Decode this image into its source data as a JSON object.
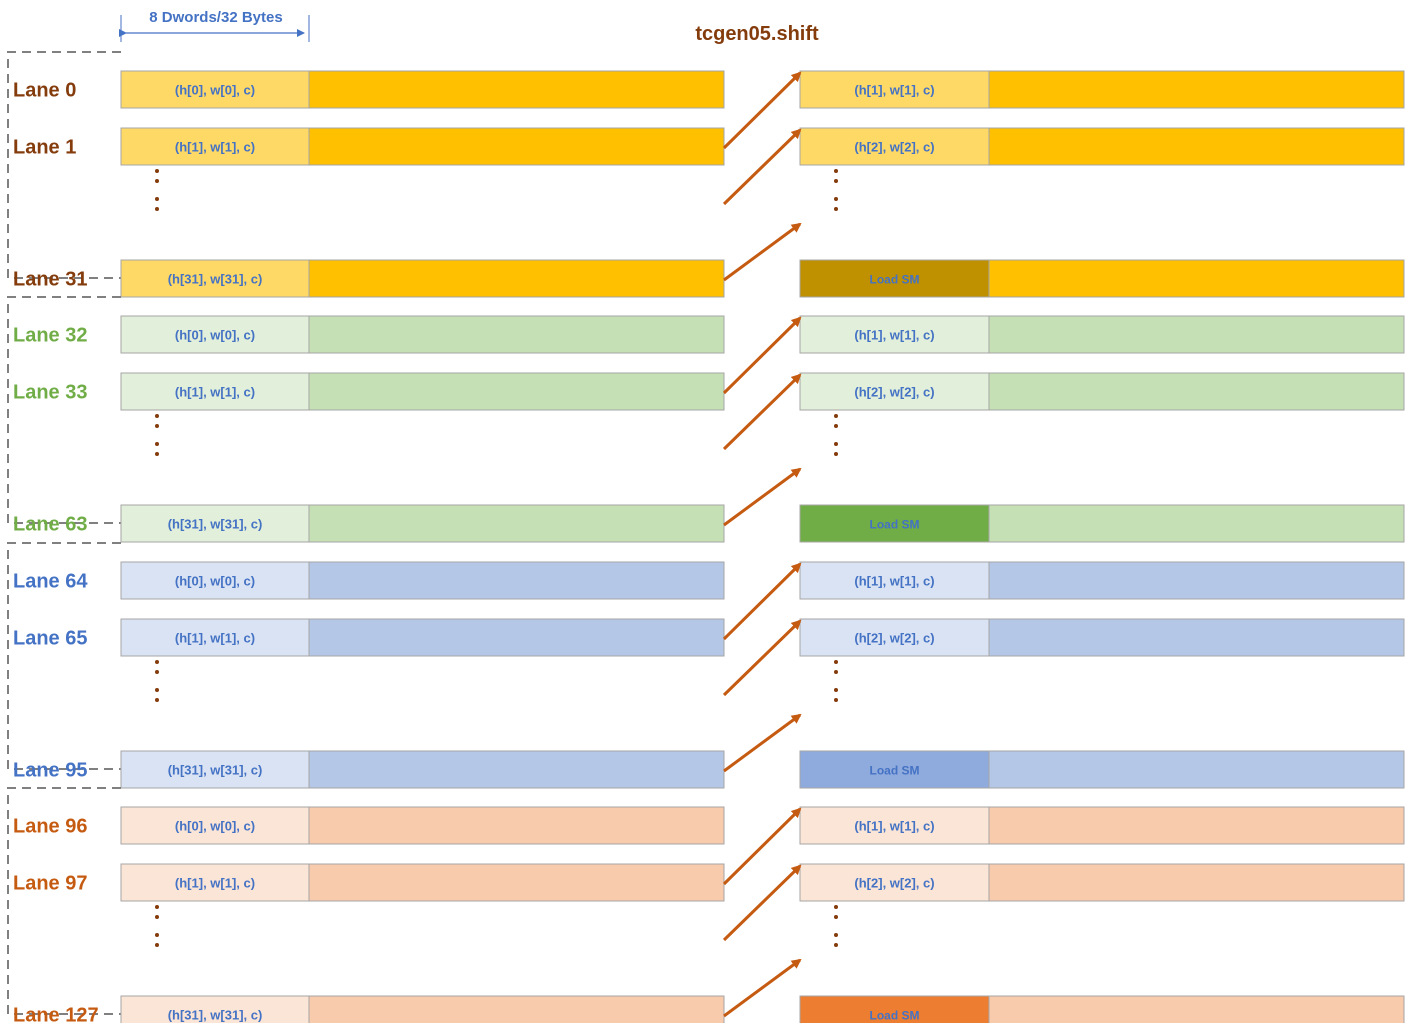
{
  "title": "tcgen05.shift",
  "width_annotation": "8 Dwords/32 Bytes",
  "arrow_color": "#C55A11",
  "dots_color": "#843C0C",
  "cell_text_color": "#4472C4",
  "groups": [
    {
      "label_color": "#843C0C",
      "light": "#FFD966",
      "main": "#FFC000",
      "load": "#BF9000",
      "lanes": [
        {
          "label": "Lane 0",
          "src": "(h[0], w[0], c)",
          "dst": "(h[1], w[1], c)"
        },
        {
          "label": "Lane 1",
          "src": "(h[1], w[1], c)",
          "dst": "(h[2], w[2], c)"
        },
        {
          "label": "Lane 31",
          "src": "(h[31], w[31], c)",
          "dst": "Load SM"
        }
      ]
    },
    {
      "label_color": "#70AD47",
      "light": "#E2EFDA",
      "main": "#C5E0B4",
      "load": "#70AD47",
      "lanes": [
        {
          "label": "Lane 32",
          "src": "(h[0], w[0], c)",
          "dst": "(h[1], w[1], c)"
        },
        {
          "label": "Lane 33",
          "src": "(h[1], w[1], c)",
          "dst": "(h[2], w[2], c)"
        },
        {
          "label": "Lane 63",
          "src": "(h[31], w[31], c)",
          "dst": "Load SM"
        }
      ]
    },
    {
      "label_color": "#4472C4",
      "light": "#DAE3F3",
      "main": "#B4C7E7",
      "load": "#8FAADC",
      "lanes": [
        {
          "label": "Lane 64",
          "src": "(h[0], w[0], c)",
          "dst": "(h[1], w[1], c)"
        },
        {
          "label": "Lane 65",
          "src": "(h[1], w[1], c)",
          "dst": "(h[2], w[2], c)"
        },
        {
          "label": "Lane 95",
          "src": "(h[31], w[31], c)",
          "dst": "Load SM"
        }
      ]
    },
    {
      "label_color": "#C55A11",
      "light": "#FBE5D6",
      "main": "#F8CBAD",
      "load": "#ED7D31",
      "lanes": [
        {
          "label": "Lane 96",
          "src": "(h[0], w[0], c)",
          "dst": "(h[1], w[1], c)"
        },
        {
          "label": "Lane 97",
          "src": "(h[1], w[1], c)",
          "dst": "(h[2], w[2], c)"
        },
        {
          "label": "Lane 127",
          "src": "(h[31], w[31], c)",
          "dst": "Load SM"
        }
      ]
    }
  ]
}
